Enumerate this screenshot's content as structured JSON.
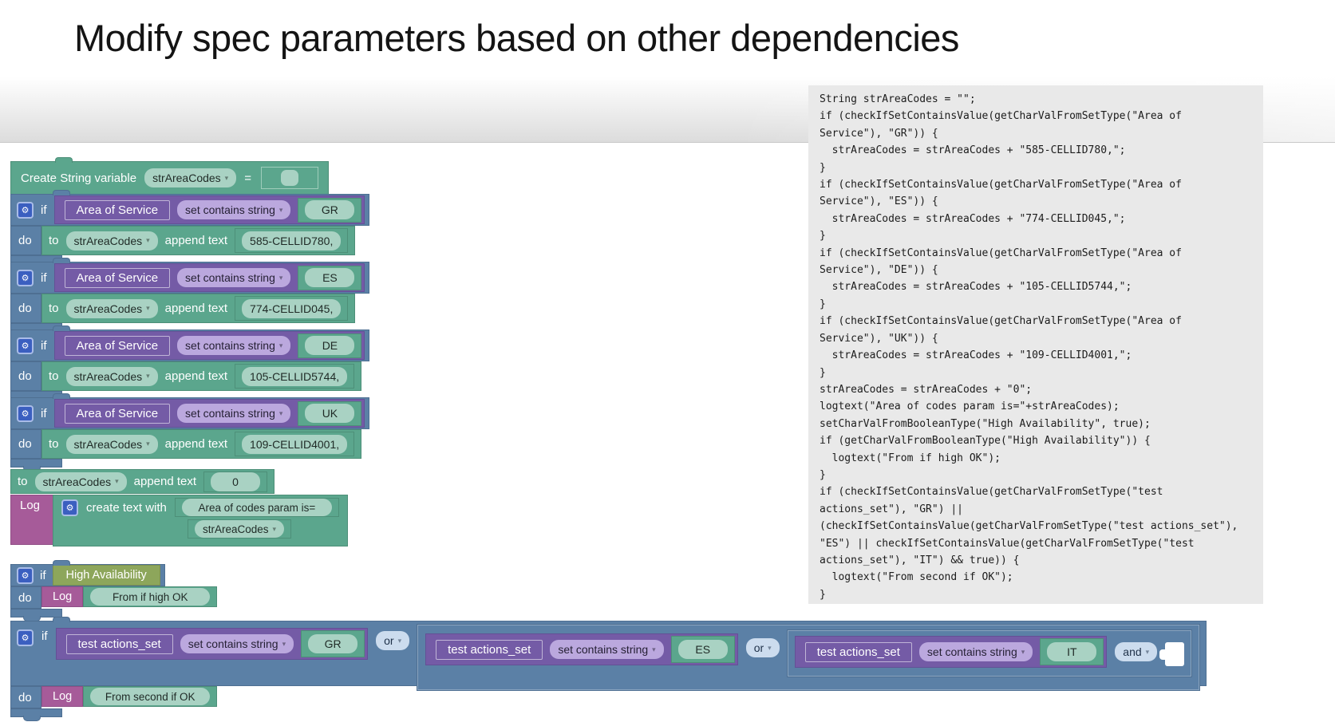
{
  "page": {
    "title": "Modify spec parameters based on other dependencies"
  },
  "icons": {
    "gear": "⚙",
    "dropdown": "▾"
  },
  "colors": {
    "teal": "#5ba68d",
    "blue": "#5b80a6",
    "purple": "#745ba6",
    "magenta": "#a65b99",
    "olive": "#8da65b",
    "field_green": "#a9d2c3",
    "field_lavender": "#bba8de",
    "field_blue": "#ccdcee",
    "panel_bg": "#e9e9e9"
  },
  "labels": {
    "if": "if",
    "do": "do",
    "to": "to",
    "log": "Log",
    "equals": "=",
    "append_text": "append text",
    "create_text": "create text with"
  },
  "canvas": {
    "create_var": {
      "label": "Create String variable",
      "variable": "strAreaCodes"
    },
    "if_groups": [
      {
        "condition_field": "Area of Service",
        "operator": "set contains string",
        "value": "GR",
        "target_variable": "strAreaCodes",
        "append_value": "585-CELLID780,"
      },
      {
        "condition_field": "Area of Service",
        "operator": "set contains string",
        "value": "ES",
        "target_variable": "strAreaCodes",
        "append_value": "774-CELLID045,"
      },
      {
        "condition_field": "Area of Service",
        "operator": "set contains string",
        "value": "DE",
        "target_variable": "strAreaCodes",
        "append_value": "105-CELLID5744,"
      },
      {
        "condition_field": "Area of Service",
        "operator": "set contains string",
        "value": "UK",
        "target_variable": "strAreaCodes",
        "append_value": "109-CELLID4001,"
      }
    ],
    "append_zero": {
      "variable": "strAreaCodes",
      "value": "0"
    },
    "log_create": {
      "text": "Area of codes param is=",
      "variable": "strAreaCodes"
    },
    "set_high_availability": {
      "label": "High Availability",
      "value": "true"
    },
    "if_high": {
      "condition": "High Availability",
      "log_text": "From if high OK"
    },
    "big_if": {
      "conditions": [
        {
          "field": "test actions_set",
          "operator": "set contains string",
          "value": "GR",
          "join": "or"
        },
        {
          "field": "test actions_set",
          "operator": "set contains string",
          "value": "ES",
          "join": "or"
        },
        {
          "field": "test actions_set",
          "operator": "set contains string",
          "value": "IT",
          "join": "and"
        }
      ],
      "log_text": "From second if OK"
    }
  },
  "code_panel": {
    "lines": [
      "String strAreaCodes = \"\";",
      "if (checkIfSetContainsValue(getCharValFromSetType(\"Area of",
      "Service\"), \"GR\")) {",
      "  strAreaCodes = strAreaCodes + \"585-CELLID780,\";",
      "}",
      "if (checkIfSetContainsValue(getCharValFromSetType(\"Area of",
      "Service\"), \"ES\")) {",
      "  strAreaCodes = strAreaCodes + \"774-CELLID045,\";",
      "}",
      "if (checkIfSetContainsValue(getCharValFromSetType(\"Area of",
      "Service\"), \"DE\")) {",
      "  strAreaCodes = strAreaCodes + \"105-CELLID5744,\";",
      "}",
      "if (checkIfSetContainsValue(getCharValFromSetType(\"Area of",
      "Service\"), \"UK\")) {",
      "  strAreaCodes = strAreaCodes + \"109-CELLID4001,\";",
      "}",
      "strAreaCodes = strAreaCodes + \"0\";",
      "logtext(\"Area of codes param is=\"+strAreaCodes);",
      "setCharValFromBooleanType(\"High Availability\", true);",
      "if (getCharValFromBooleanType(\"High Availability\")) {",
      "  logtext(\"From if high OK\");",
      "}",
      "if (checkIfSetContainsValue(getCharValFromSetType(\"test",
      "actions_set\"), \"GR\") ||",
      "(checkIfSetContainsValue(getCharValFromSetType(\"test actions_set\"),",
      "\"ES\") || checkIfSetContainsValue(getCharValFromSetType(\"test",
      "actions_set\"), \"IT\") && true)) {",
      "  logtext(\"From second if OK\");",
      "}"
    ]
  }
}
